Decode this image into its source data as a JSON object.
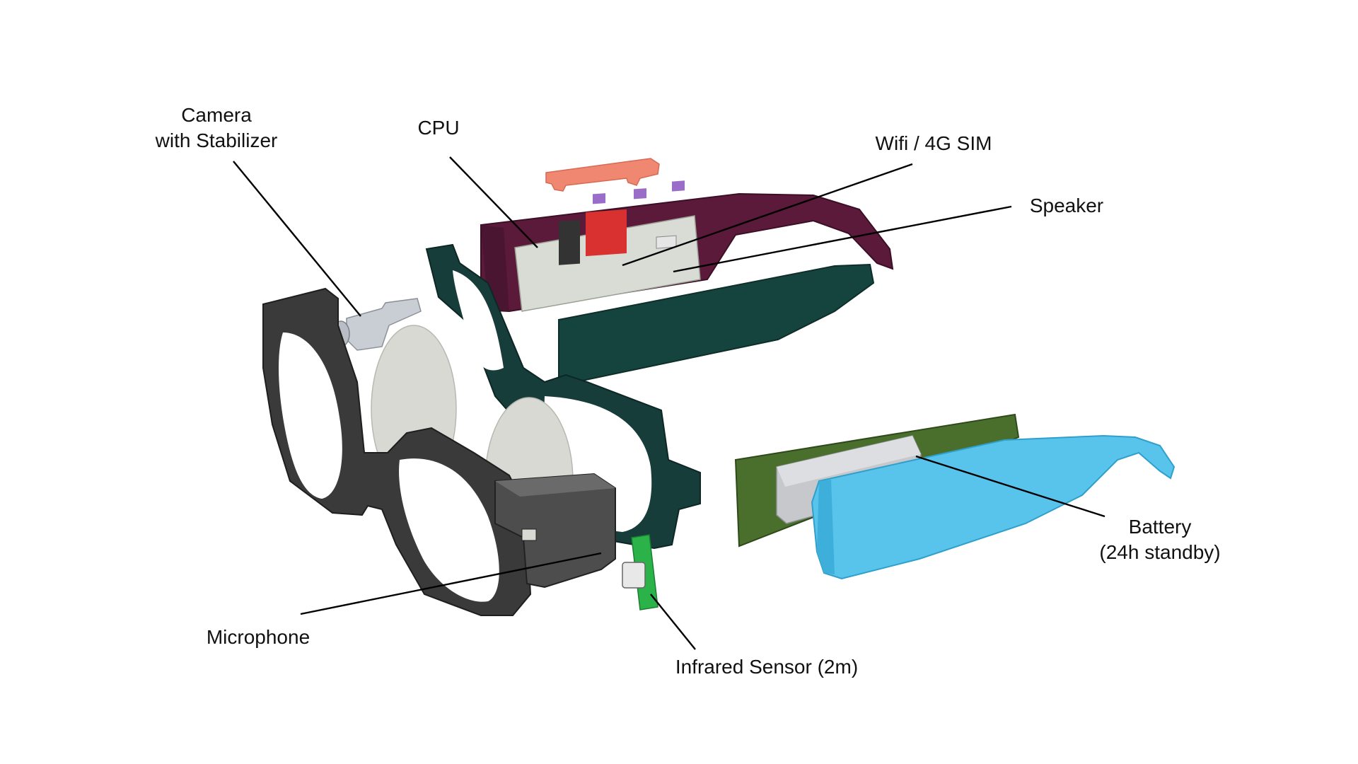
{
  "labels": {
    "camera_line1": "Camera",
    "camera_line2": "with Stabilizer",
    "cpu": "CPU",
    "wifi": "Wifi / 4G SIM",
    "speaker": "Speaker",
    "battery_line1": "Battery",
    "battery_line2": "(24h standby)",
    "microphone": "Microphone",
    "infrared": "Infrared Sensor (2m)"
  },
  "colors": {
    "front_frame": "#3a3a3a",
    "inner_frame": "#163d3a",
    "temple_arm_top": "#5c1a3b",
    "temple_inner_plate": "#15433d",
    "circuit_board": "#4a6f2c",
    "battery_cell": "#c6c8cc",
    "battery_cover": "#58c4ec",
    "lens": "#d9d9d4",
    "cpu_chip": "#d9312f",
    "button_part": "#f08770",
    "ir_board": "#2bb34a"
  }
}
